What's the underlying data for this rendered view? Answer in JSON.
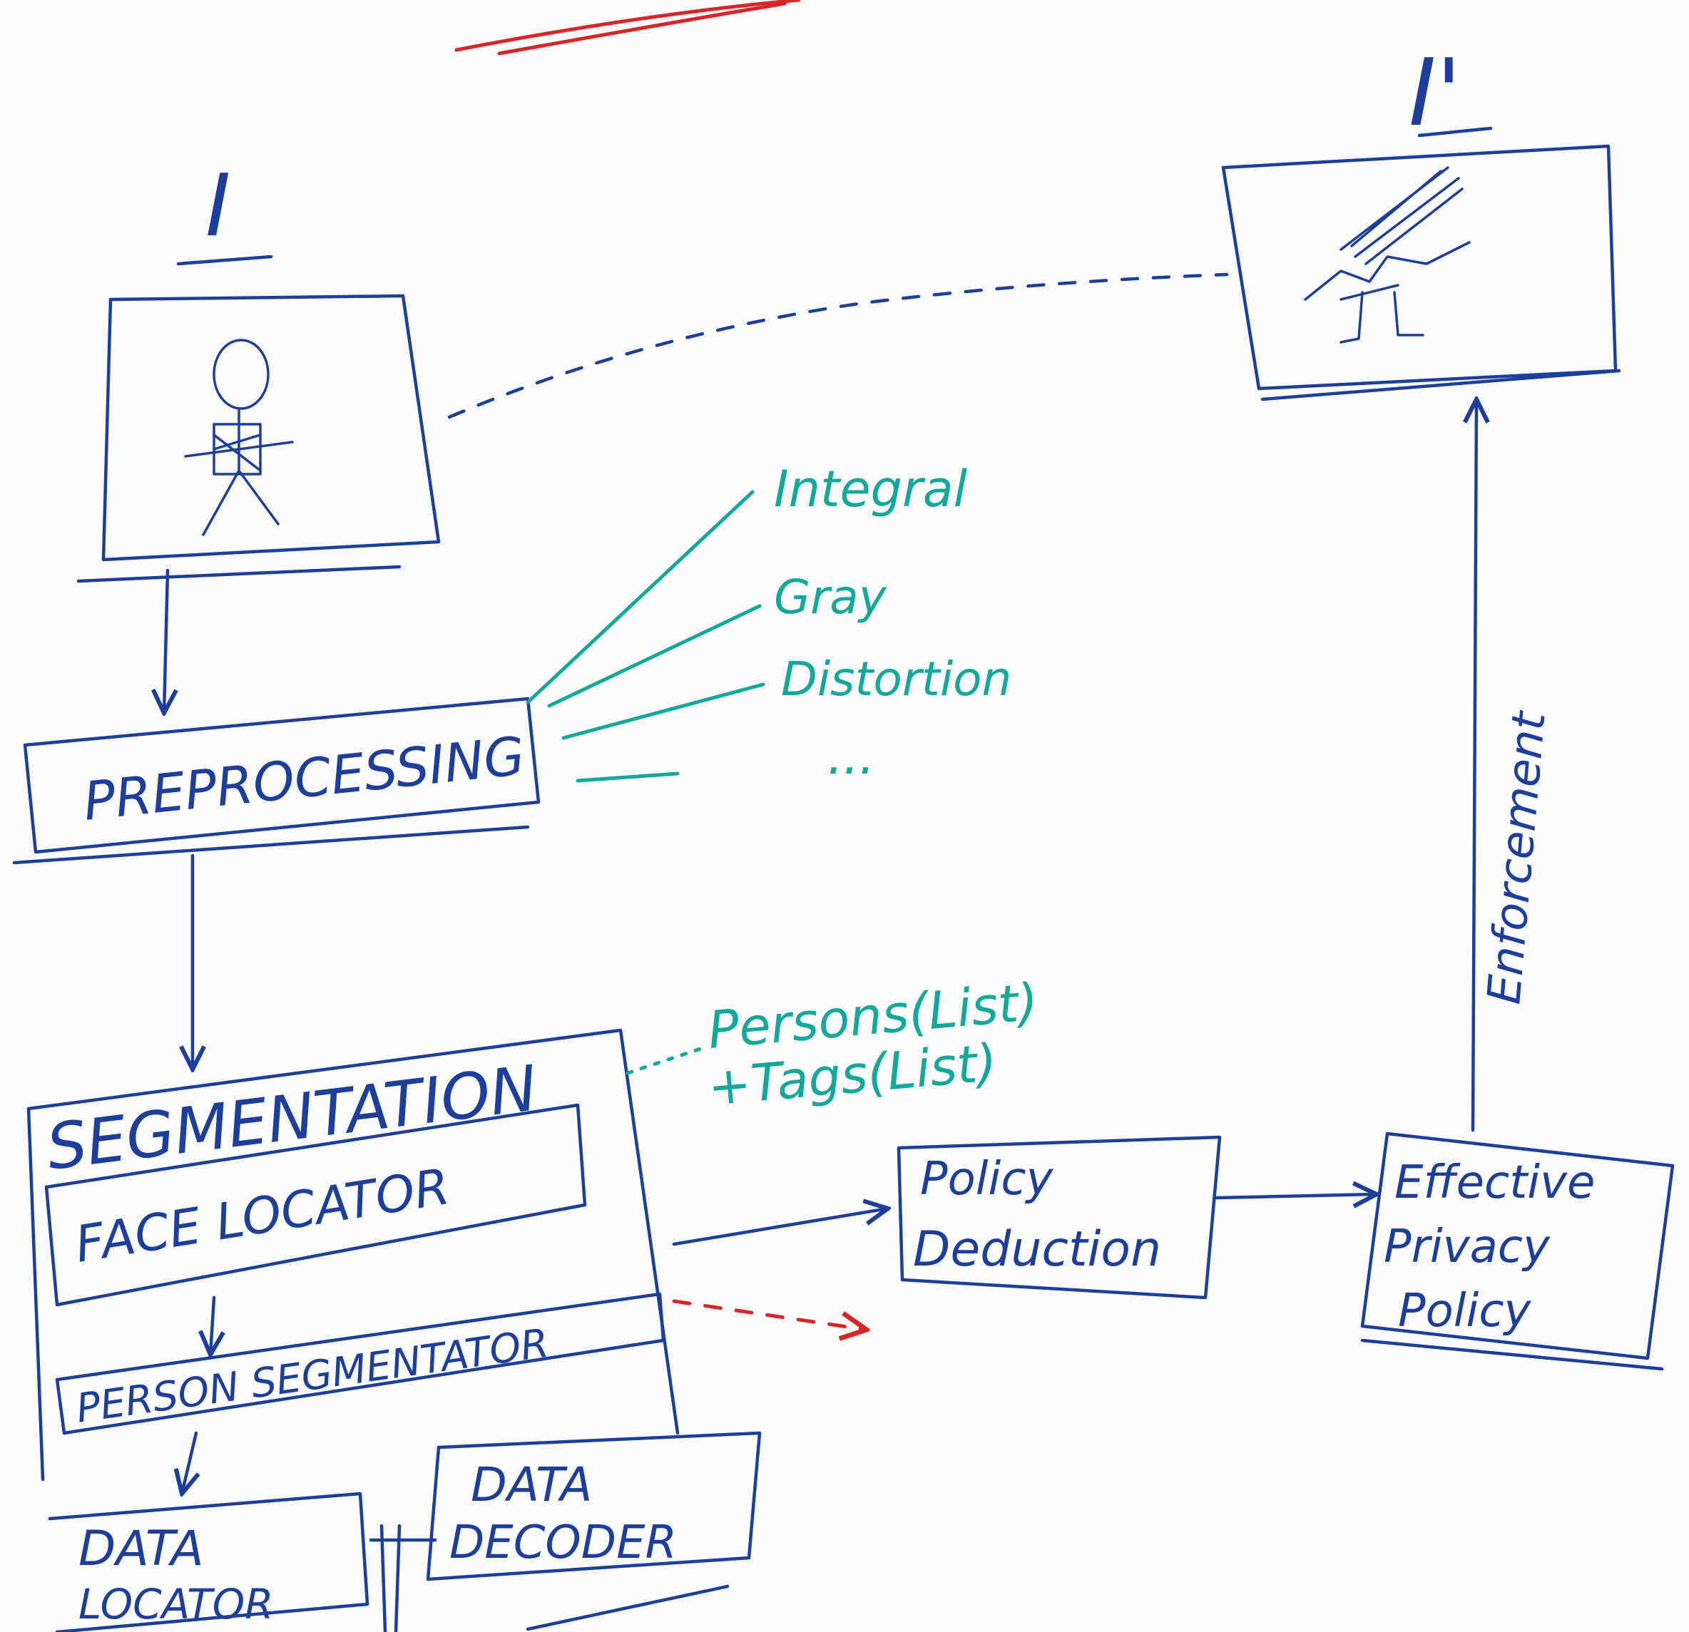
{
  "colors": {
    "ink_blue": "#1d3f9b",
    "ink_teal": "#12a89a",
    "ink_red": "#d8252a",
    "board": "#fbfbfb"
  },
  "input_image": {
    "label": "I",
    "icon": "stick-figure-icon"
  },
  "output_image": {
    "label": "I'",
    "icon": "obscured-figure-icon"
  },
  "preprocessing": {
    "label": "PREPROCESSING",
    "options": [
      "Integral",
      "Gray",
      "Distortion",
      "..."
    ]
  },
  "segmentation": {
    "label": "SEGMENTATION",
    "output_note_line1": "Persons(List)",
    "output_note_line2": "+Tags(List)",
    "components": {
      "face_locator": "FACE LOCATOR",
      "person_segmentator": "PERSON SEGMENTATOR",
      "data_locator_line1": "DATA",
      "data_locator_line2": "LOCATOR",
      "data_decoder_line1": "DATA",
      "data_decoder_line2": "DECODER"
    }
  },
  "policy_deduction": {
    "line1": "Policy",
    "line2": "Deduction"
  },
  "effective_policy": {
    "line1": "Effective",
    "line2": "Privacy",
    "line3": "Policy"
  },
  "enforcement_label": "Enforcement"
}
